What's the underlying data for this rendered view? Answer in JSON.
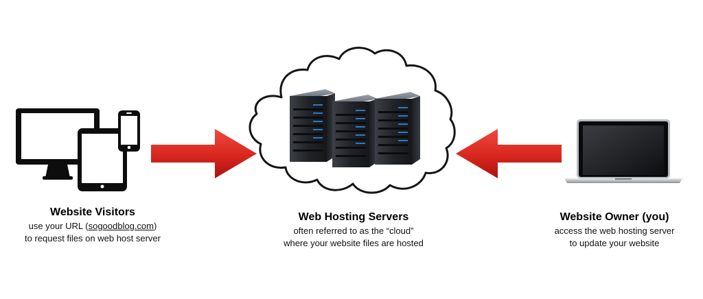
{
  "visitors": {
    "title": "Website Visitors",
    "line1_prefix": "use your URL (",
    "line1_url": "sogoodblog.com",
    "line1_suffix": ")",
    "line2": "to request files on web host server",
    "icons": [
      "desktop-monitor-icon",
      "tablet-icon",
      "smartphone-icon"
    ]
  },
  "hosting": {
    "title": "Web Hosting Servers",
    "line1": "often referred to as the “cloud”",
    "line2": "where your website files are hosted",
    "icons": [
      "cloud-icon",
      "server-tower-icon"
    ]
  },
  "owner": {
    "title": "Website Owner (you)",
    "line1": "access the web hosting server",
    "line2": "to update your website",
    "icons": [
      "laptop-icon"
    ]
  },
  "arrows": {
    "left_direction": "right",
    "right_direction": "left",
    "color": "#d8261e"
  }
}
